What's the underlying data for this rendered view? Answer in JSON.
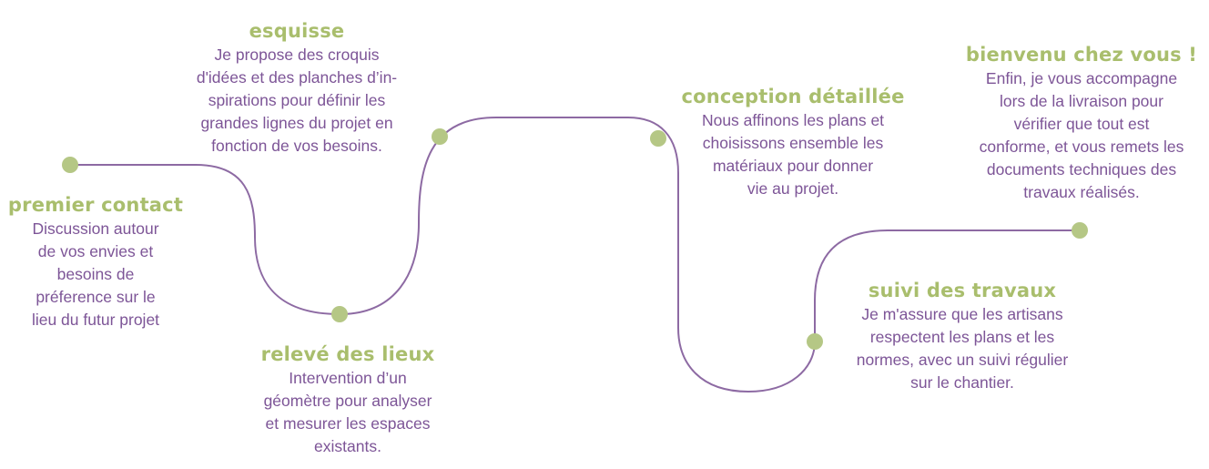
{
  "colors": {
    "title": "#a9be6d",
    "text": "#7d5597",
    "path": "#8d6aa3",
    "dot": "#b5c785"
  },
  "steps": [
    {
      "title": "premier contact",
      "description": "Discussion autour\nde vos envies et\nbesoins de\npréference sur le\nlieu du futur projet"
    },
    {
      "title": "esquisse",
      "description": "Je propose des croquis\nd'idées et des planches d’in-\nspirations pour définir les\ngrandes lignes du projet en\nfonction de vos besoins."
    },
    {
      "title": "relevé des lieux",
      "description": "Intervention d’un\ngéomètre pour analyser\net mesurer les espaces\nexistants."
    },
    {
      "title": "conception détaillée",
      "description": "Nous affinons les plans et\nchoisissons ensemble les\nmatériaux pour donner\nvie au projet."
    },
    {
      "title": "suivi des travaux",
      "description": "Je m'assure que les artisans\nrespectent les plans et les\nnormes, avec un suivi régulier\nsur le chantier."
    },
    {
      "title": "bienvenu chez vous !",
      "description": "Enfin, je vous accompagne\nlors de la livraison pour\nvérifier que tout est\nconforme, et vous remets les\ndocuments techniques des\ntravaux réalisés."
    }
  ]
}
